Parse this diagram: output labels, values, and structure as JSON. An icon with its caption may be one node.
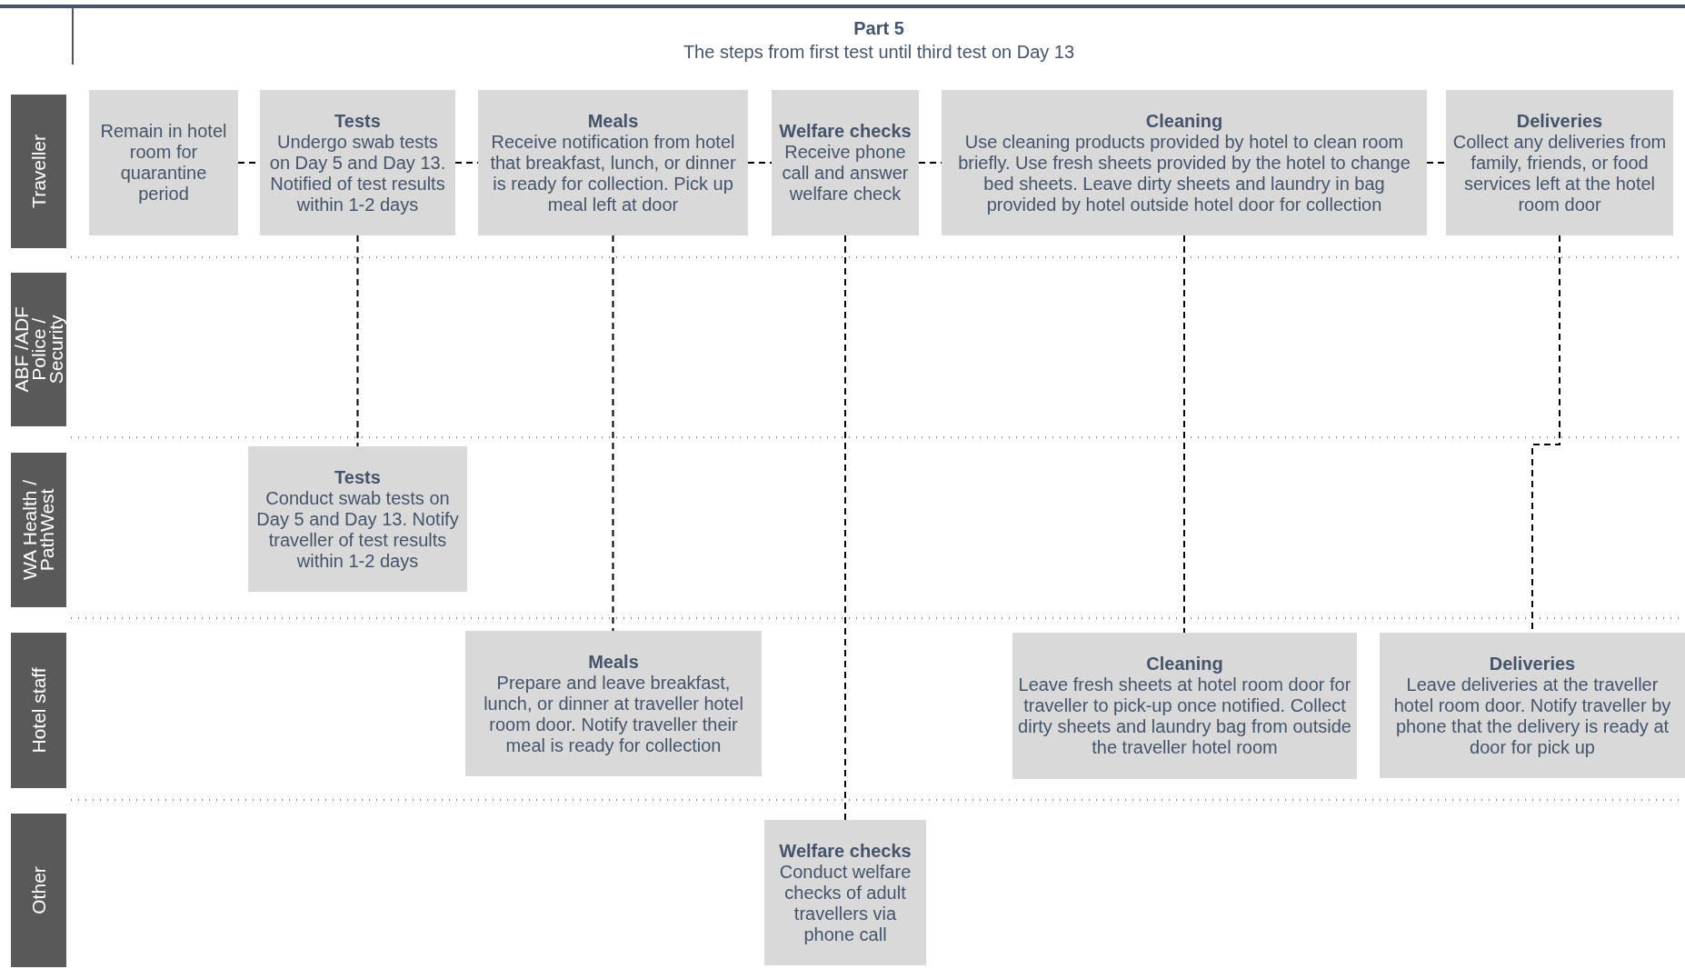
{
  "diagram": {
    "title": "Part 5",
    "nodes": [
      {
        "text": [
          "Traveller"
        ]
      },
      {
        "text": [
          "Remain in hotel room for quarantine period"
        ]
      },
      {
        "text": [
          "Tests",
          "Undergo swab tests on Day 5 and Day 13. Notified of test results within 1-2 days"
        ]
      },
      {
        "text": [
          "Meals",
          "Receive notification from hotel that breakfast, lunch, or dinner is ready for collection. Pick up meal left at door"
        ]
      },
      {
        "text": [
          "Welfare checks",
          "Receive phone call and answer welfare check"
        ]
      },
      {
        "text": [
          "Cleaning",
          "Use cleaning products provided by hotel to clean room briefly. Use fresh sheets provided by the hotel to change bed sheets. Leave dirty sheets and laundry in bag provided by hotel outside hotel door for collection"
        ]
      },
      {
        "text": [
          "Deliveries",
          "Collect any deliveries from family, friends, or food services left at the hotel room door"
        ]
      },
      {
        "text": [
          "ABF /ADF Police / Security"
        ]
      },
      {
        "text": [
          "WA Health / PathWest"
        ]
      },
      {
        "text": [
          "Tests",
          "Conduct swab tests on Day 5 and Day 13. Notify traveller of test results within 1-2 days"
        ]
      },
      {
        "text": [
          "Hotel staff"
        ]
      },
      {
        "text": [
          "Meals",
          "Prepare and leave breakfast, lunch, or dinner at traveller hotel room door. Notify traveller their meal is ready for collection"
        ]
      },
      {
        "text": [
          "Cleaning",
          "Leave fresh sheets at hotel room door for traveller to pick-up once notified. Collect dirty sheets and laundry bag from outside the traveller hotel room"
        ]
      },
      {
        "text": [
          "Deliveries",
          "Leave deliveries at the traveller hotel room door. Notify traveller by phone that the delivery is ready at door for pick up"
        ]
      },
      {
        "text": [
          "Other"
        ]
      },
      {
        "text": [
          "Welfare checks",
          "Conduct welfare checks of adult travellers via phone call"
        ]
      }
    ],
    "edges": [
      {
        "from": 1,
        "to": 2,
        "arrow": "none",
        "style": "dashed"
      },
      {
        "from": 2,
        "to": 3,
        "arrow": "none",
        "style": "dashed"
      },
      {
        "from": 3,
        "to": 4,
        "arrow": "none",
        "style": "dashed"
      },
      {
        "from": 4,
        "to": 5,
        "arrow": "none",
        "style": "dashed"
      },
      {
        "from": 5,
        "to": 6,
        "arrow": "none",
        "style": "dashed"
      },
      {
        "from": 2,
        "to": 9,
        "arrow": "none",
        "style": "dashed"
      },
      {
        "from": 3,
        "to": 11,
        "arrow": "none",
        "style": "dashed"
      },
      {
        "from": 4,
        "to": 15,
        "arrow": "none",
        "style": "dashed"
      },
      {
        "from": 5,
        "to": 12,
        "arrow": "none",
        "style": "dashed"
      },
      {
        "from": 6,
        "to": 13,
        "arrow": "none",
        "style": "dashed"
      }
    ],
    "labels": [
      "The steps from first test until third test on Day 13"
    ]
  }
}
